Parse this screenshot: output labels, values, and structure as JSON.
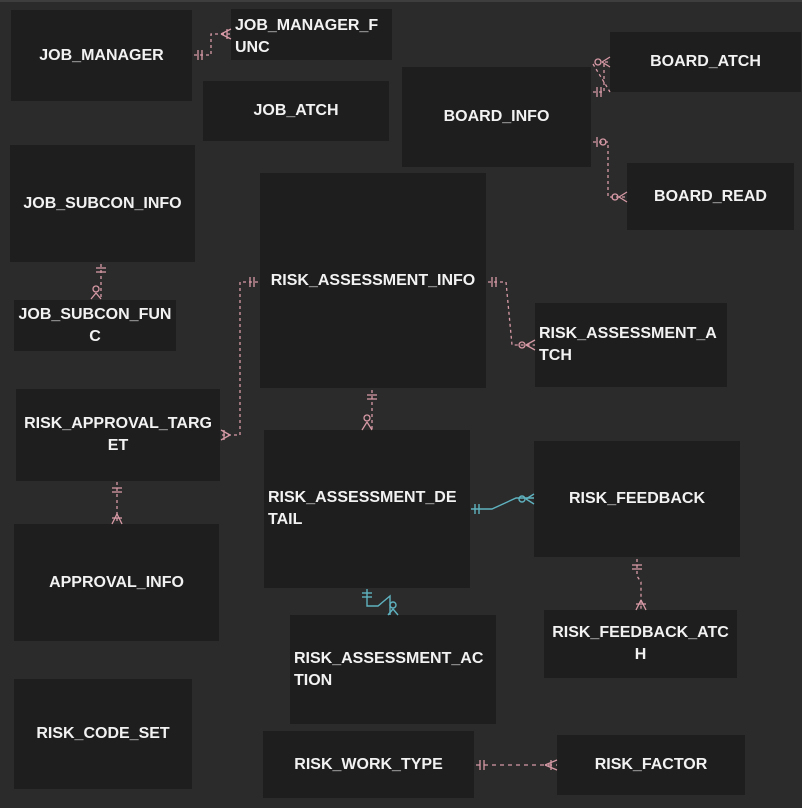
{
  "entities": {
    "job_manager": "JOB_MANAGER",
    "job_manager_func": "JOB_MANAGER_FUNC",
    "job_atch": "JOB_ATCH",
    "board_info": "BOARD_INFO",
    "board_atch": "BOARD_ATCH",
    "board_read": "BOARD_READ",
    "job_subcon_info": "JOB_SUBCON_INFO",
    "job_subcon_func": "JOB_SUBCON_FUNC",
    "risk_assessment_info": "RISK_ASSESSMENT_INFO",
    "risk_assessment_atch": "RISK_ASSESSMENT_ATCH",
    "risk_approval_target": "RISK_APPROVAL_TARGET",
    "risk_assessment_detail": "RISK_ASSESSMENT_DETAIL",
    "risk_feedback": "RISK_FEEDBACK",
    "approval_info": "APPROVAL_INFO",
    "risk_assessment_action": "RISK_ASSESSMENT_ACTION",
    "risk_feedback_atch": "RISK_FEEDBACK_ATCH",
    "risk_code_set": "RISK_CODE_SET",
    "risk_work_type": "RISK_WORK_TYPE",
    "risk_factor": "RISK_FACTOR"
  },
  "colors": {
    "background": "#2b2b2b",
    "entity_fill": "#1e1e1e",
    "entity_text": "#f2f2f2",
    "relation_pink": "#d79aa6",
    "relation_teal": "#5fb3c0"
  }
}
